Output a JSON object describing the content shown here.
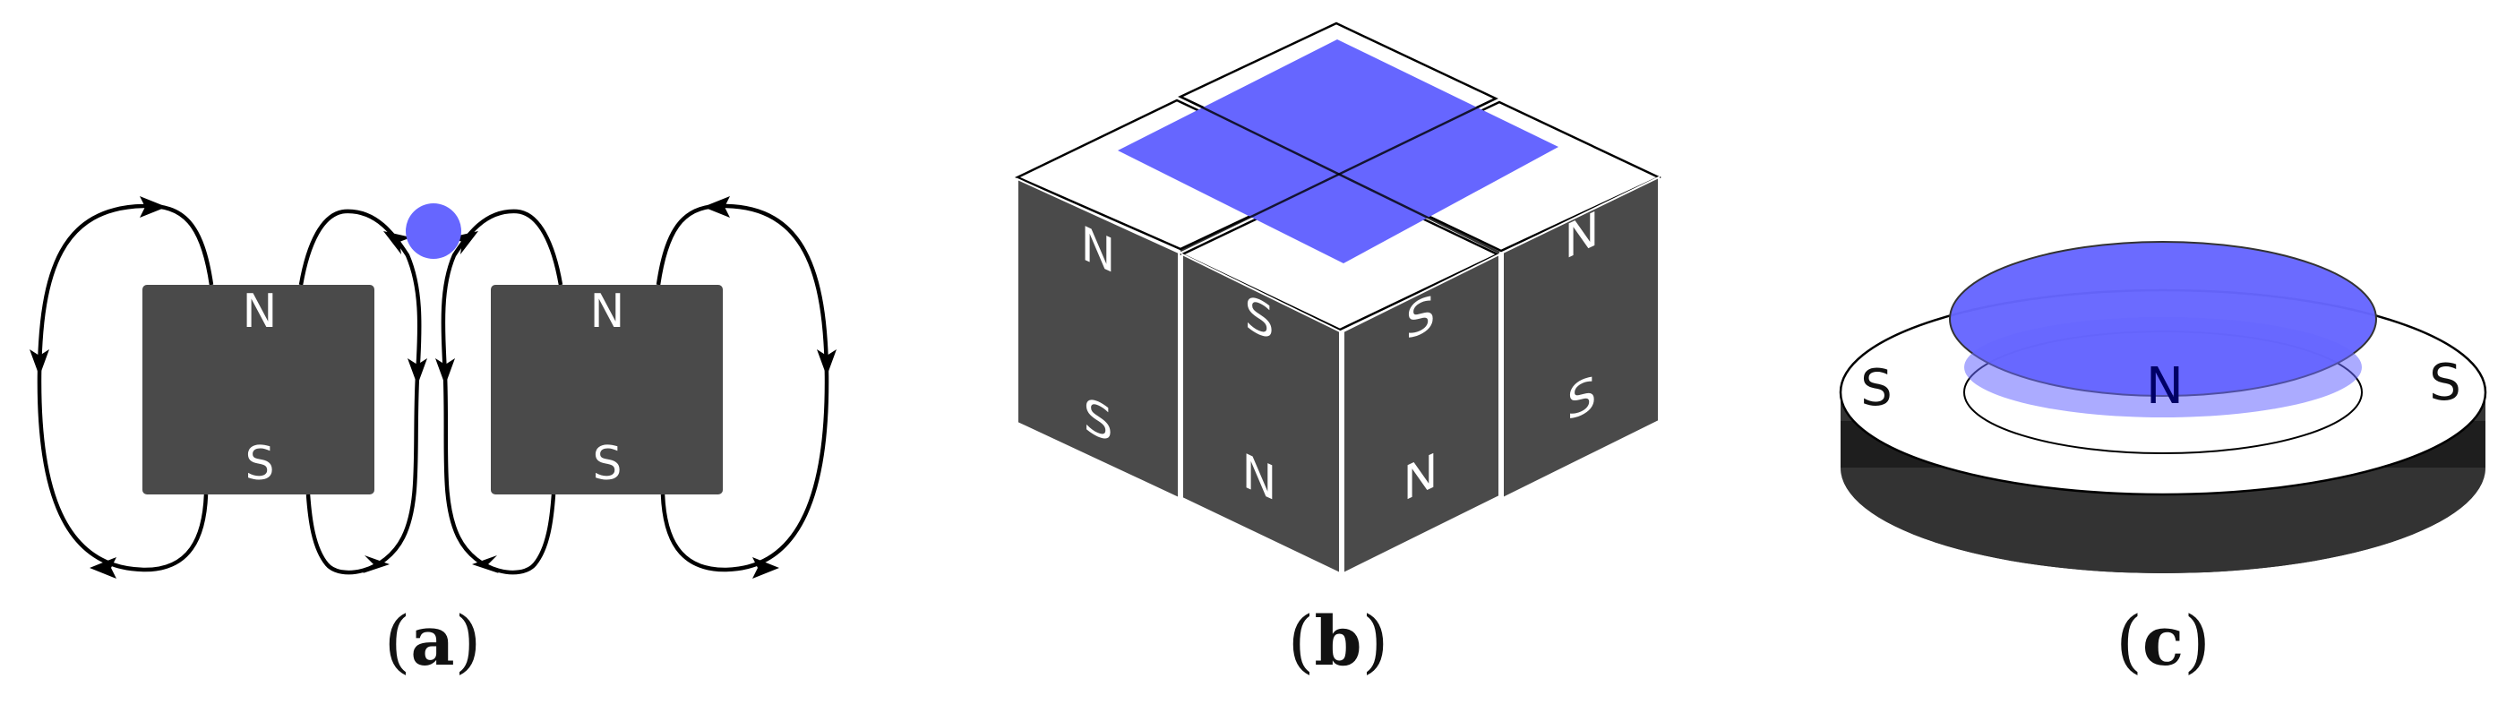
{
  "colors": {
    "magnet": "#4a4a4a",
    "magnet_dark_side": "#333333",
    "blue": "#6666ff",
    "line": "#000000",
    "background": "#ffffff"
  },
  "panel_a": {
    "caption_open": "(",
    "caption_letter": "a",
    "caption_close": ")",
    "left_magnet": {
      "top_pole": "N",
      "bottom_pole": "S"
    },
    "right_magnet": {
      "top_pole": "N",
      "bottom_pole": "S"
    }
  },
  "panel_b": {
    "caption_open": "(",
    "caption_letter": "b",
    "caption_close": ")",
    "face_left_outer": {
      "upper": "N",
      "lower": "S"
    },
    "face_left_inner": {
      "upper": "S",
      "lower": "N"
    },
    "face_right_inner": {
      "upper": "S",
      "lower": "N"
    },
    "face_right_outer": {
      "upper": "N",
      "lower": "S"
    }
  },
  "panel_c": {
    "caption_open": "(",
    "caption_letter": "c",
    "caption_close": ")",
    "left_pole": "S",
    "center_pole": "N",
    "right_pole": "S"
  }
}
